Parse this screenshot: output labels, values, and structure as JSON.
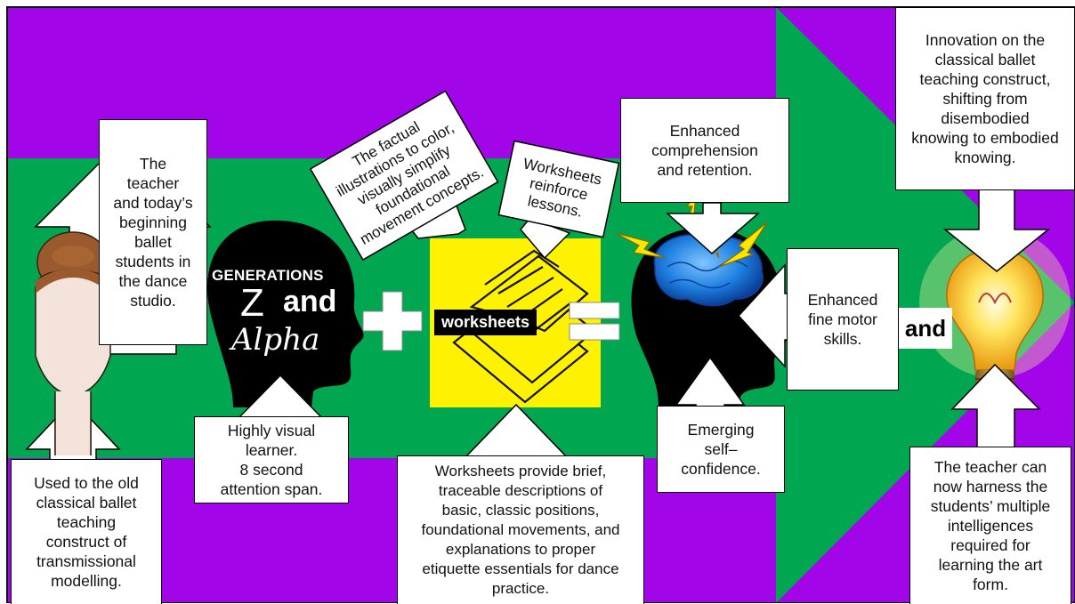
{
  "colors": {
    "purple": "#A205E8",
    "green": "#00A650",
    "yellow": "#FFF200",
    "brain_blue": "#1E7FE0",
    "bolt_yellow": "#FFE600",
    "black": "#000000",
    "white": "#FFFFFF"
  },
  "icons": {
    "dancer": "dancer-head-icon",
    "student": "student-head-silhouette-icon",
    "plus": "plus-icon",
    "worksheets": "worksheet-papers-icon",
    "equals": "equals-icon",
    "brain": "brain-head-icon",
    "lightning": "lightning-bolt-icon",
    "bulb": "lightbulb-icon"
  },
  "callouts": {
    "teacher": [
      "The",
      "teacher",
      "and today’s",
      "beginning",
      "ballet",
      "students in",
      "the dance",
      "studio."
    ],
    "old_model": [
      "Used to the old",
      "classical ballet",
      "teaching",
      "construct of",
      "transmissional",
      "modelling."
    ],
    "visual_learner": [
      "Highly visual",
      "learner.",
      "8 second",
      "attention span."
    ],
    "factual": [
      "The factual",
      "illustrations to color,",
      "visually simplify",
      "foundational",
      "movement concepts."
    ],
    "reinforce": [
      "Worksheets",
      "reinforce",
      "lessons."
    ],
    "worksheets_provide": [
      "Worksheets provide brief,",
      "traceable descriptions of",
      "basic, classic positions,",
      "foundational movements, and",
      "explanations to proper",
      "etiquette essentials for dance",
      "practice."
    ],
    "comprehension": [
      "Enhanced",
      "comprehension",
      "and retention."
    ],
    "fine_motor": [
      "Enhanced",
      "fine motor",
      "skills."
    ],
    "confidence": [
      "Emerging",
      "self–",
      "confidence."
    ],
    "innovation": [
      "Innovation on the",
      "classical ballet",
      "teaching construct,",
      "shifting from",
      "disembodied",
      "knowing to embodied",
      "knowing."
    ],
    "harness": [
      "The teacher can",
      "now harness the",
      "students’ multiple",
      "intelligences",
      "required for",
      "learning the art",
      "form."
    ]
  },
  "labels": {
    "generations": "GENERATIONS",
    "z": "Z",
    "and_inline": "and",
    "alpha": "Alpha",
    "worksheets": "worksheets",
    "and_final": "and"
  }
}
